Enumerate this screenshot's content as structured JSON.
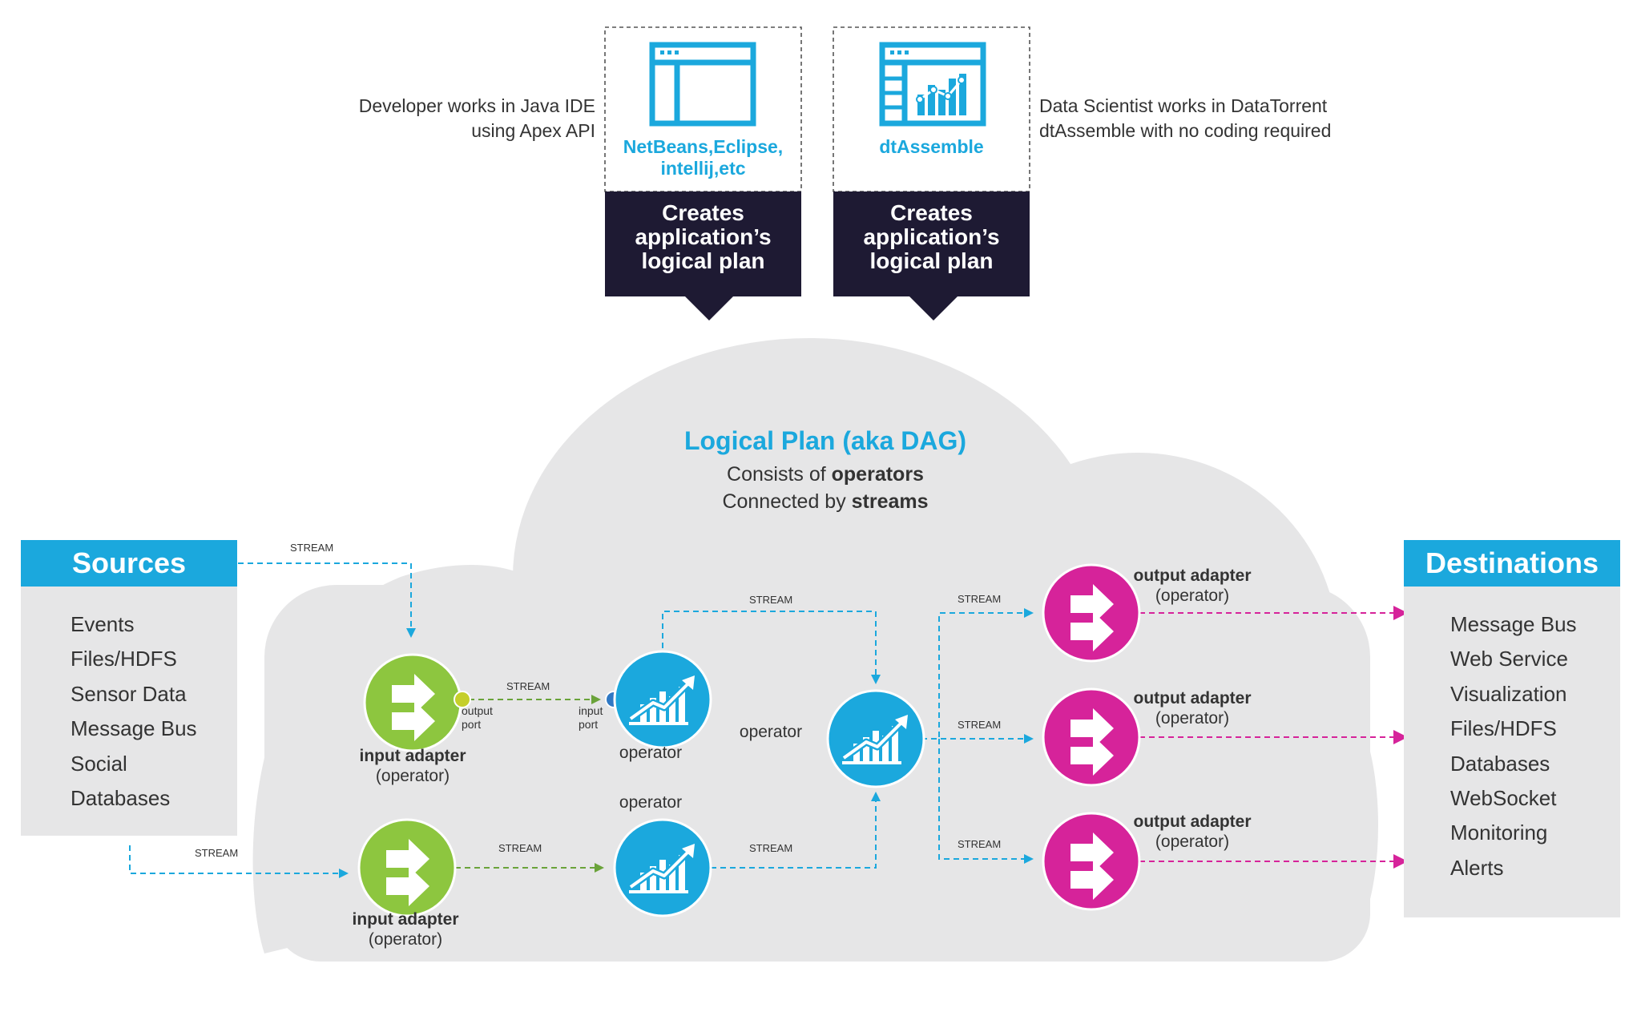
{
  "header": {
    "developer_caption_line1": "Developer works in Java IDE",
    "developer_caption_line2": "using Apex API",
    "scientist_caption_line1": "Data Scientist works in DataTorrent",
    "scientist_caption_line2": "dtAssemble with no coding required",
    "ide_tool_line1": "NetBeans,Eclipse,",
    "ide_tool_line2": "intellij,etc",
    "dt_tool_label": "dtAssemble",
    "creates_box": {
      "line1": "Creates",
      "line2": "application’s",
      "line3": "logical plan"
    }
  },
  "cloud": {
    "title": "Logical Plan (aka DAG)",
    "line1_prefix": "Consists of ",
    "line1_bold": "operators",
    "line2_prefix": "Connected by ",
    "line2_bold": "streams"
  },
  "sources": {
    "title": "Sources",
    "items": [
      "Events",
      "Files/HDFS",
      "Sensor Data",
      "Message Bus",
      "Social",
      "Databases"
    ]
  },
  "destinations": {
    "title": "Destinations",
    "items": [
      "Message Bus",
      "Web Service",
      "Visualization",
      "Files/HDFS",
      "Databases",
      "WebSocket",
      "Monitoring",
      "Alerts"
    ]
  },
  "labels": {
    "stream": "STREAM",
    "output_port_line1": "output",
    "output_port_line2": "port",
    "input_port_line1": "input",
    "input_port_line2": "port",
    "operator": "operator",
    "input_adapter": "input adapter",
    "output_adapter": "output adapter",
    "operator_paren": "(operator)"
  },
  "colors": {
    "accent_blue": "#1ba8dd",
    "input_green": "#8dc63f",
    "output_magenta": "#d6239a",
    "dark_navy": "#1e1a33",
    "cloud_gray": "#e6e6e7",
    "port_yellow": "#c5cf2a",
    "port_blue": "#2f78c4"
  }
}
